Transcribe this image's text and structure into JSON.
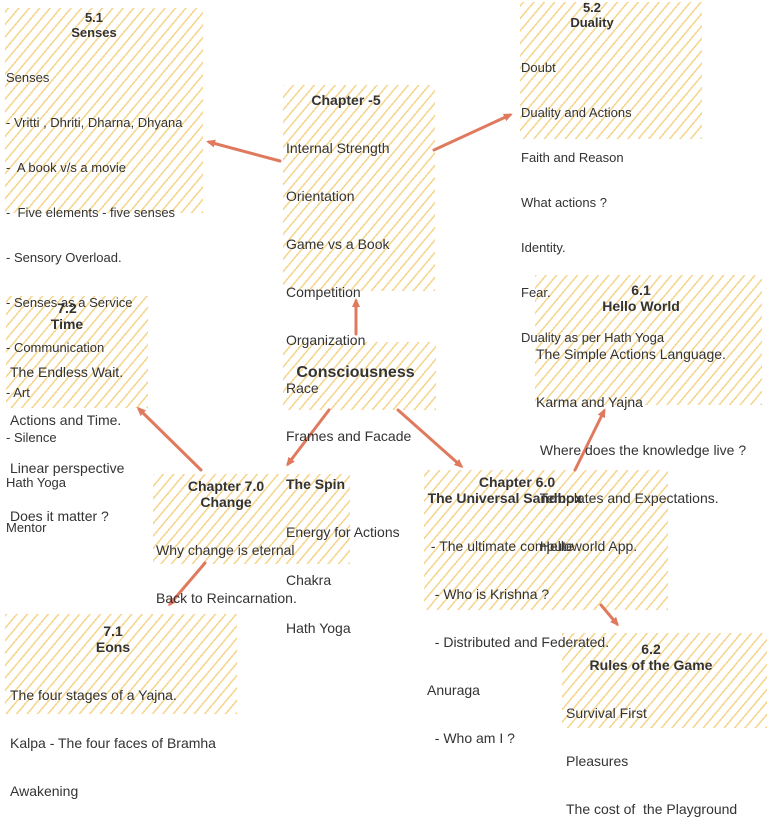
{
  "colors": {
    "hatch": "#f4d07f",
    "arrow": "#e07a5f",
    "text": "#333333"
  },
  "nodes": {
    "senses": {
      "number": "5.1",
      "title": "Senses",
      "lines": [
        "Senses",
        "- Vritti , Dhriti, Dharna, Dhyana",
        "-  A book v/s a movie",
        "-  Five elements - five senses",
        "- Sensory Overload.",
        "- Senses as a Service",
        "- Communication",
        "- Art",
        "- Silence",
        "Hath Yoga",
        "Mentor"
      ]
    },
    "duality": {
      "number": "5.2",
      "title": "Duality",
      "lines": [
        "Doubt",
        "Duality and Actions",
        "Faith and Reason",
        "What actions ?",
        "Identity.",
        "Fear.",
        "Duality as per Hath Yoga"
      ]
    },
    "chapter5": {
      "title": "Chapter -5",
      "lines": [
        "Internal Strength",
        "Orientation",
        "Game vs a Book",
        "Competition",
        "Organization",
        "Race",
        "Frames and Facade"
      ],
      "bold_line": "The Spin",
      "lines2": [
        "Energy for Actions",
        "Chakra",
        "Hath Yoga"
      ]
    },
    "time": {
      "number": "7.2",
      "title": "Time",
      "lines": [
        "The Endless Wait.",
        "Actions and Time.",
        "Linear perspective",
        "Does it matter ?"
      ]
    },
    "consciousness": {
      "title": "Consciousness"
    },
    "hello_world": {
      "number": "6.1",
      "title": "Hello World",
      "lines": [
        "The Simple Actions Language.",
        "Karma and Yajna",
        " Where does the knowledge live ?",
        " Templates and Expectations.",
        " Helloworld App."
      ]
    },
    "change": {
      "number": "Chapter 7.0",
      "title": "Change",
      "lines": [
        "Why change is eternal",
        "Back to Reincarnation."
      ]
    },
    "sandbox": {
      "number": "Chapter 6.0",
      "title": "The Universal Sandbox",
      "lines": [
        " - The ultimate compute",
        "  - Who is Krishna ?",
        "  - Distributed and Federated.",
        "Anuraga",
        "  - Who am I ?"
      ]
    },
    "eons": {
      "number": "7.1",
      "title": "Eons",
      "lines": [
        "The four stages of a Yajna.",
        "Kalpa - The four faces of Bramha",
        "Awakening"
      ]
    },
    "rules": {
      "number": "6.2",
      "title": "Rules of the Game",
      "lines": [
        "Survival First",
        "Pleasures",
        "The cost of  the Playground"
      ]
    }
  }
}
